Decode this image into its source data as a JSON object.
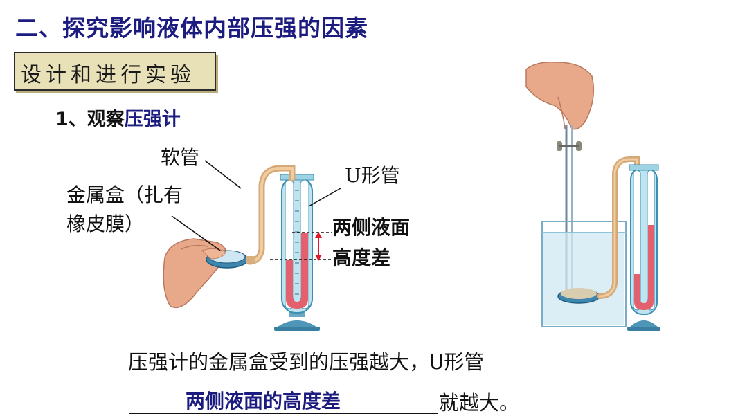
{
  "title": "二、探究影响液体内部压强的因素",
  "section_badge": "设计和进行实验",
  "step": {
    "number": "1、观察",
    "highlight": "压强计"
  },
  "labels": {
    "hose": "软管",
    "metal_box_line1": "金属盒（扎有",
    "metal_box_line2": "橡皮膜）",
    "u_tube": "U形管",
    "height_diff_line1": "两侧液面",
    "height_diff_line2": "高度差"
  },
  "conclusion": {
    "sentence": "压强计的金属盒受到的压强越大，U形管",
    "answer": "两侧液面的高度差",
    "tail": "就越大。"
  },
  "colors": {
    "title": "#1c1c80",
    "liquid": "#e4606e",
    "tube_glass": "#7fc8dc"
  }
}
